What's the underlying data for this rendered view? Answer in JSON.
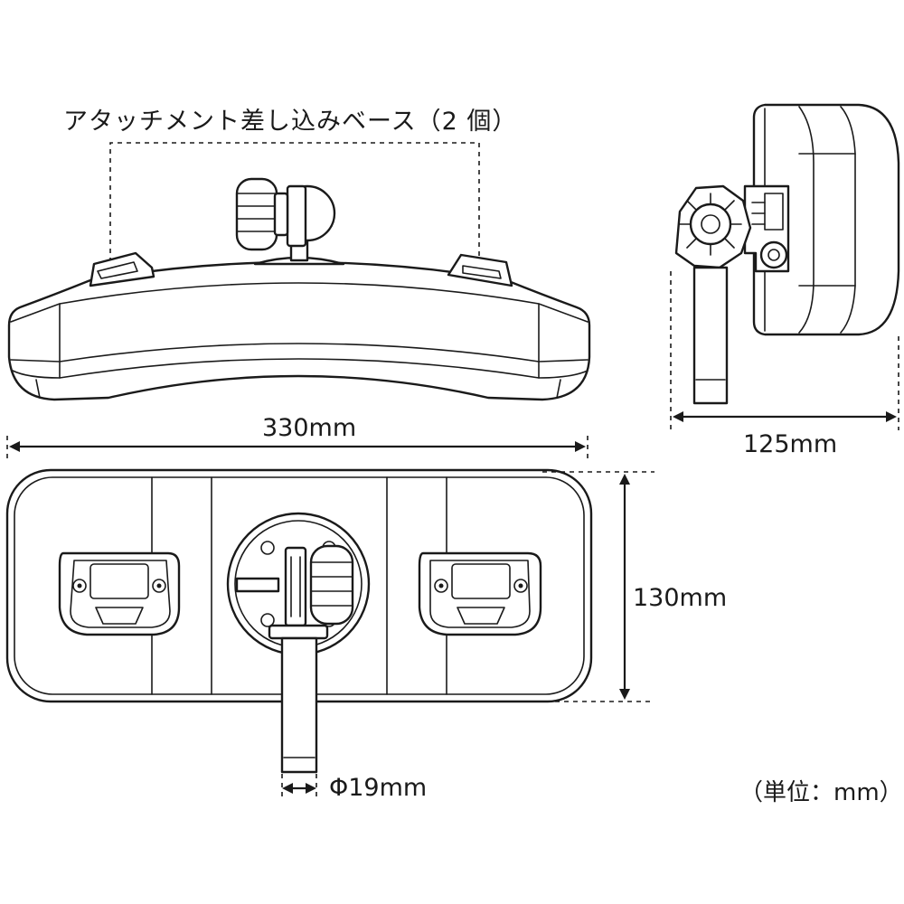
{
  "labels": {
    "attachment_base": "アタッチメント差し込みベース（2 個）",
    "width": "330mm",
    "depth": "125mm",
    "height": "130mm",
    "diameter": "Φ19mm",
    "unit_note": "（単位：mm）"
  },
  "views": {
    "front": "front-view",
    "side": "side-view",
    "top": "top-view"
  }
}
